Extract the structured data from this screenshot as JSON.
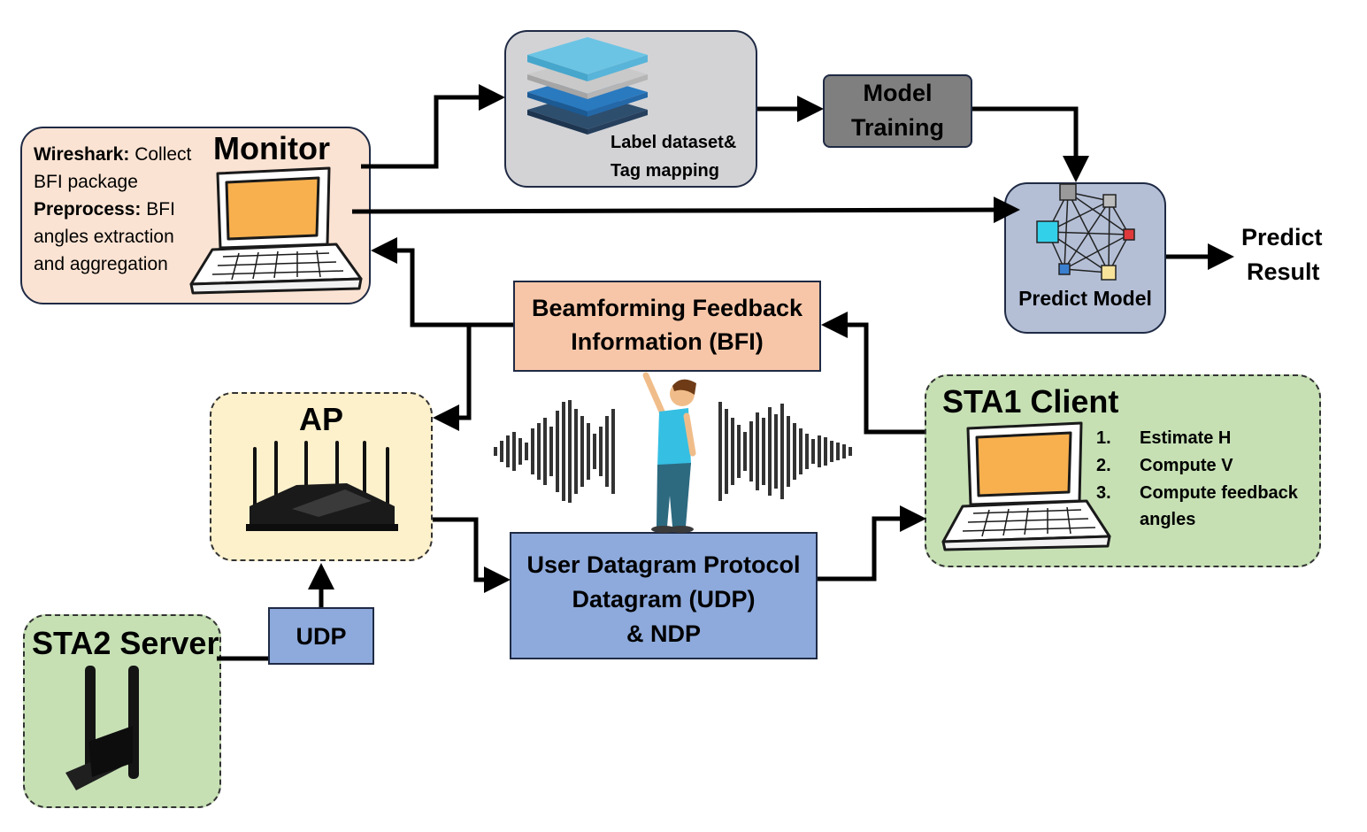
{
  "monitor": {
    "title": "Monitor",
    "wireshark_label": "Wireshark:",
    "wireshark_text_1": " Collect",
    "wireshark_text_2": "BFI package",
    "preprocess_label": "Preprocess:",
    "preprocess_text_1": " BFI",
    "preprocess_text_2": "angles extraction",
    "preprocess_text_3": "and aggregation"
  },
  "dataset": {
    "line1": "Label dataset&",
    "line2": "Tag mapping"
  },
  "training": {
    "line1": "Model",
    "line2": "Training"
  },
  "predict_model": {
    "label": "Predict Model"
  },
  "predict_result": {
    "line1": "Predict",
    "line2": "Result"
  },
  "bfi": {
    "line1": "Beamforming Feedback",
    "line2": "Information (BFI)"
  },
  "ap": {
    "title": "AP"
  },
  "sta1": {
    "title": "STA1 Client",
    "steps": [
      {
        "num": "1.",
        "text": "Estimate H"
      },
      {
        "num": "2.",
        "text": "Compute V"
      },
      {
        "num": "3.",
        "text": "Compute feedback"
      }
    ],
    "step3_cont": "angles"
  },
  "udp_datagram": {
    "line1": "User Datagram Protocol",
    "line2": "Datagram (UDP)",
    "line3": "& NDP"
  },
  "sta2": {
    "title": "STA2 Server"
  },
  "udp_small": {
    "label": "UDP"
  },
  "colors": {
    "monitor_bg": "#fbe3d3",
    "dataset_bg": "#d3d3d6",
    "training_bg": "#7f7f7f",
    "predict_bg": "#b4bfd6",
    "bfi_bg": "#f7c6a8",
    "ap_bg": "#fdf1cc",
    "client_bg": "#c6e0b4",
    "udp_bg": "#8eaadc",
    "laptop_screen": "#f8b04e"
  }
}
